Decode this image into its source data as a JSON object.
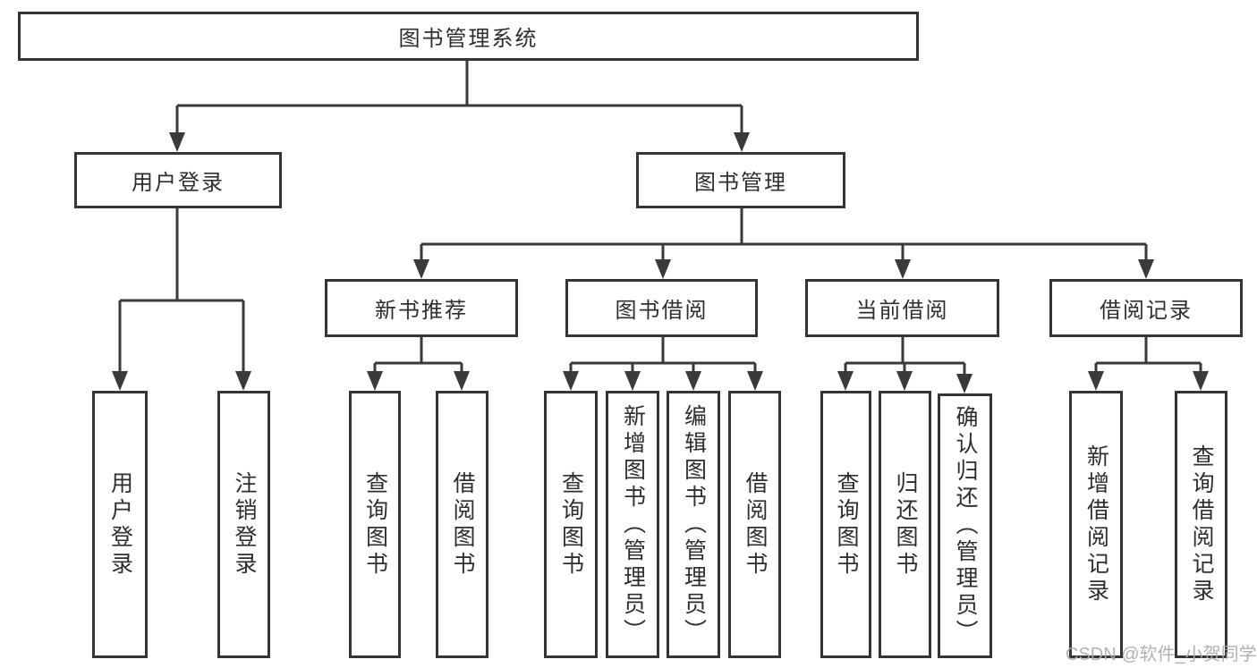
{
  "tree": {
    "root": {
      "label": "图书管理系统"
    },
    "branches": [
      {
        "label": "用户登录",
        "children": [
          {
            "label": "用户登录"
          },
          {
            "label": "注销登录"
          }
        ]
      },
      {
        "label": "图书管理",
        "children": [
          {
            "label": "新书推荐",
            "children": [
              {
                "label": "查询图书"
              },
              {
                "label": "借阅图书"
              }
            ]
          },
          {
            "label": "图书借阅",
            "children": [
              {
                "label": "查询图书"
              },
              {
                "label": "新增图书（管理员）"
              },
              {
                "label": "编辑图书（管理员）"
              },
              {
                "label": "借阅图书"
              }
            ]
          },
          {
            "label": "当前借阅",
            "children": [
              {
                "label": "查询图书"
              },
              {
                "label": "归还图书"
              },
              {
                "label": "确认归还（管理员）"
              }
            ]
          },
          {
            "label": "借阅记录",
            "children": [
              {
                "label": "新增借阅记录"
              },
              {
                "label": "查询借阅记录"
              }
            ]
          }
        ]
      }
    ]
  },
  "watermark": {
    "text": "CSDN @软件_小贺同学"
  },
  "colors": {
    "line": "#3a3a3a",
    "border": "#353535",
    "text": "#2e2e2e",
    "background": "#ffffff",
    "watermark": "#ababab"
  }
}
